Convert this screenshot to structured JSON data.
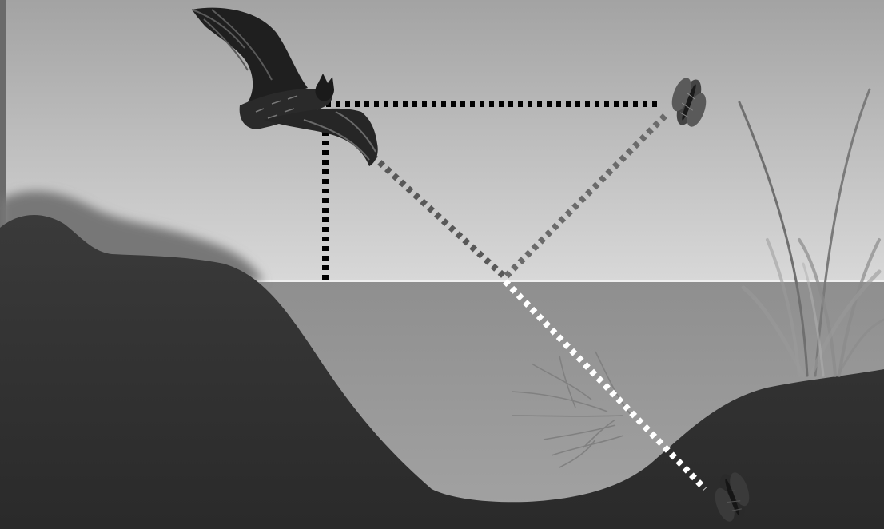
{
  "scene": {
    "elements": {
      "bat": "bat",
      "moth_real": "moth",
      "moth_reflection": "moth-reflection",
      "water": "water-surface",
      "reeds": "reeds",
      "submerged_branches": "submerged-branches"
    },
    "paths": [
      {
        "name": "bat-to-moth-direct",
        "style": "black-dotted"
      },
      {
        "name": "bat-to-water-vertical",
        "style": "black-dotted"
      },
      {
        "name": "bat-to-water-sightline",
        "style": "dark-gray-dotted"
      },
      {
        "name": "moth-to-water-reflection",
        "style": "gray-dotted"
      },
      {
        "name": "virtual-image-line",
        "style": "white-dotted"
      }
    ]
  },
  "colors": {
    "sky_top": "#a6a6a6",
    "sky_bottom": "#d6d6d6",
    "water": "#9a9a9a",
    "ground": "#333333",
    "line_black": "#000000",
    "line_dark": "#555555",
    "line_gray": "#6f6f6f",
    "line_white": "#ffffff"
  }
}
